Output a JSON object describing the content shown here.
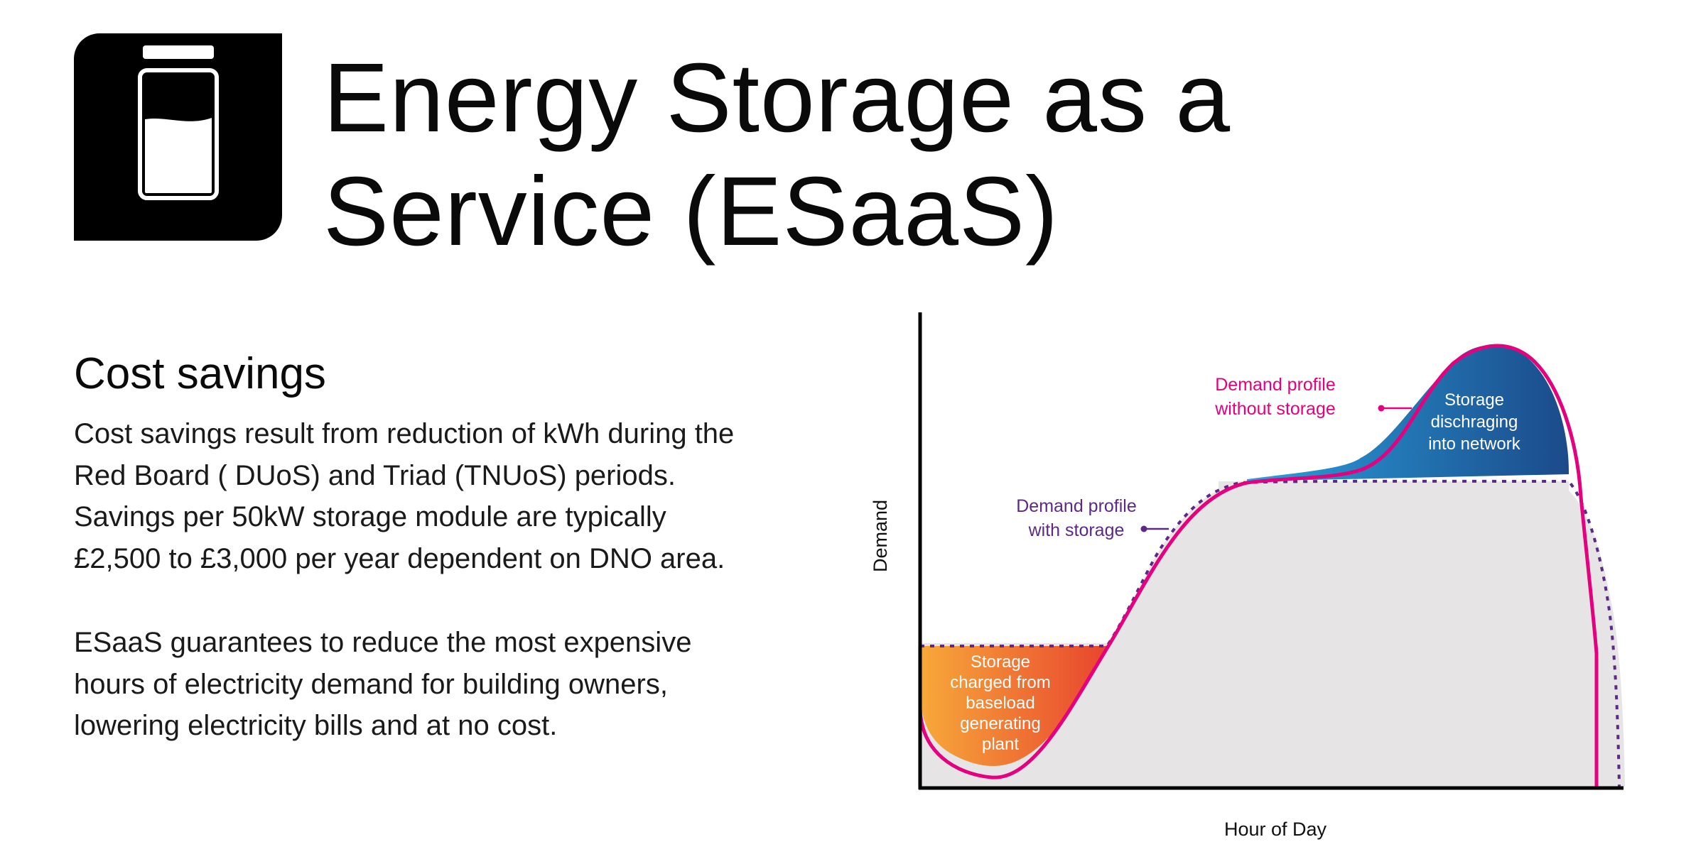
{
  "header": {
    "title_line1": "Energy Storage as a",
    "title_line2": "Service (ESaaS)",
    "icon": "battery-icon"
  },
  "section": {
    "heading": "Cost savings",
    "paragraph1": [
      "Cost savings result from reduction of kWh during the",
      "Red Board ( DUoS) and Triad (TNUoS) periods.",
      "Savings per 50kW storage module are typically",
      "£2,500 to £3,000 per year dependent on DNO area."
    ],
    "paragraph2": [
      "ESaaS guarantees to reduce the most expensive",
      "hours of electricity demand for building owners,",
      "lowering electricity bills and at no cost."
    ]
  },
  "diagram": {
    "y_axis_label": "Demand",
    "x_axis_label": "Hour of Day",
    "callout_without_storage": [
      "Demand profile",
      "without storage"
    ],
    "callout_with_storage": [
      "Demand profile",
      "with storage"
    ],
    "region_discharging": [
      "Storage",
      "dischraging",
      "into network"
    ],
    "region_charging": [
      "Storage",
      "charged from",
      "baseload",
      "generating",
      "plant"
    ],
    "colors": {
      "without_storage_line": "#e5007e",
      "with_storage_line": "#5b2a86",
      "area_fill": "#e6e4e5",
      "discharge_gradient": [
        "#2aa0dc",
        "#1b4a8a"
      ],
      "charge_gradient": [
        "#f7a93a",
        "#e8452e"
      ]
    }
  }
}
